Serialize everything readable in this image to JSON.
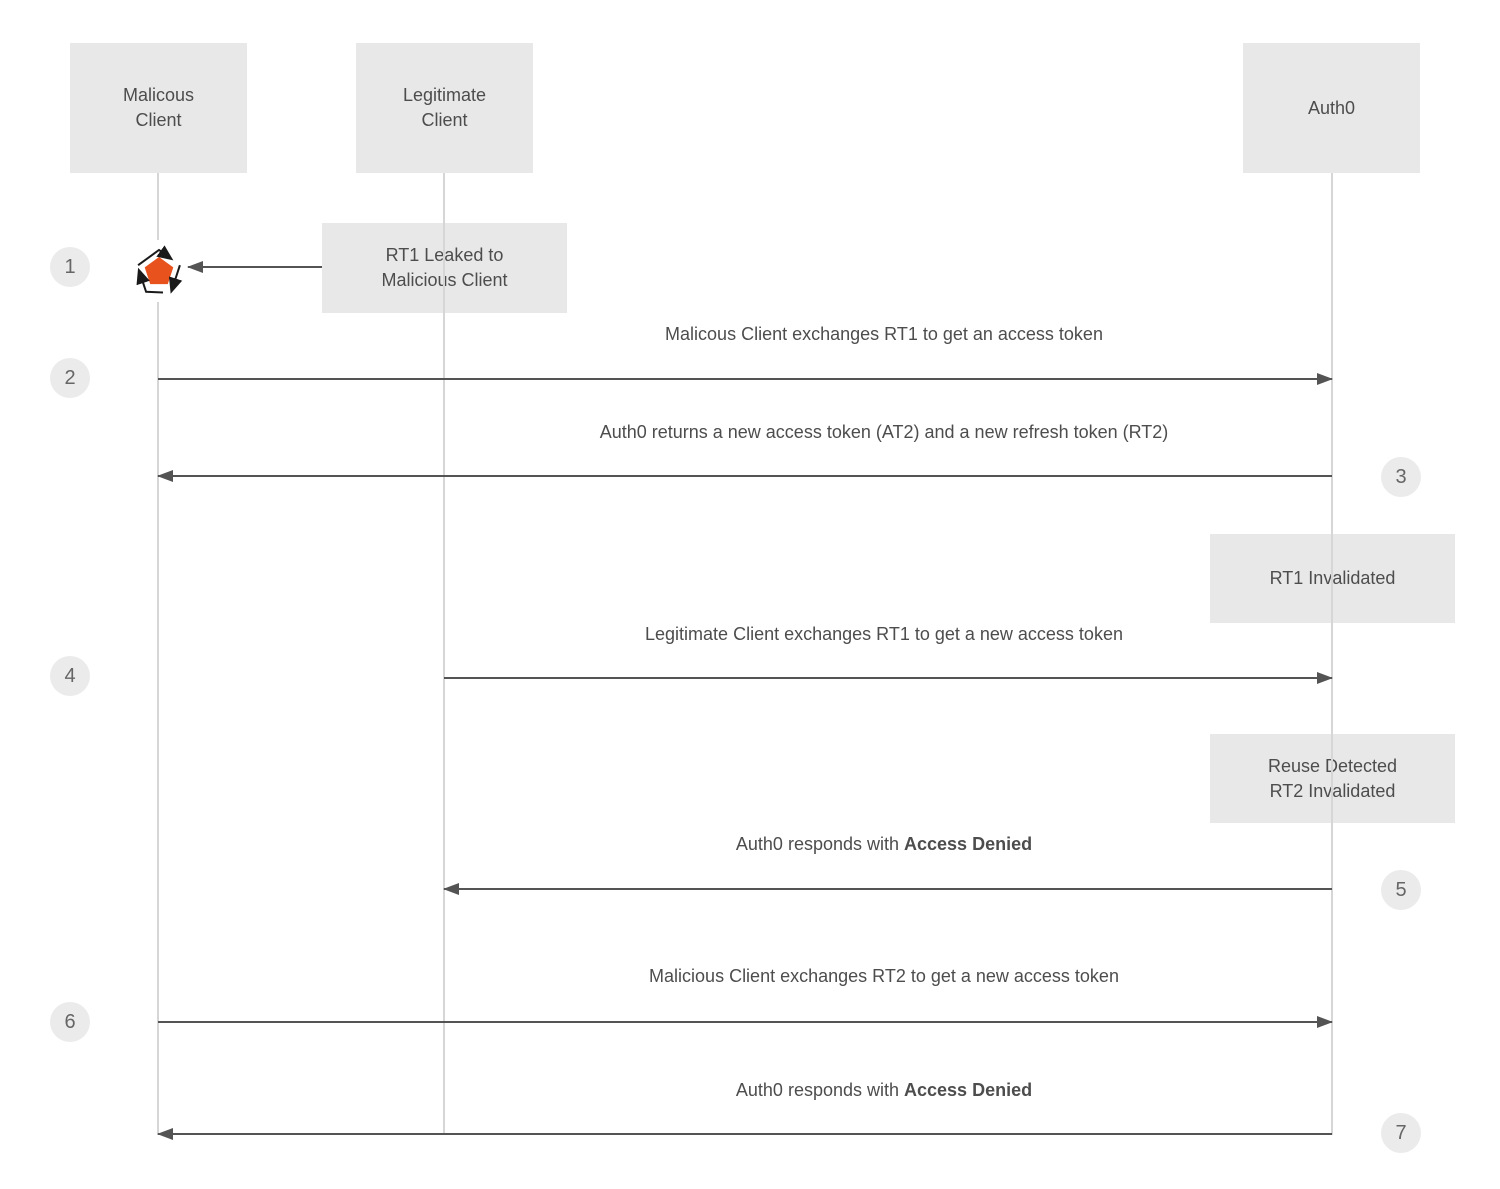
{
  "actors": [
    {
      "id": "malicious-client",
      "label": "Malicous\nClient"
    },
    {
      "id": "legitimate-client",
      "label": "Legitimate\nClient"
    },
    {
      "id": "auth0",
      "label": "Auth0"
    }
  ],
  "notes": [
    {
      "id": "rt1-leaked",
      "label": "RT1 Leaked to\nMalicious Client"
    },
    {
      "id": "rt1-invalidated",
      "label": "RT1 Invalidated"
    },
    {
      "id": "reuse-detected",
      "label": "Reuse Detected\nRT2 Invalidated"
    }
  ],
  "messages": [
    {
      "text": "Malicous Client exchanges RT1 to get an access token",
      "bold": ""
    },
    {
      "text": "Auth0 returns a new access token (AT2) and a new refresh token (RT2)",
      "bold": ""
    },
    {
      "text": "Legitimate Client exchanges RT1 to get a new access token",
      "bold": ""
    },
    {
      "text": "Auth0 responds with ",
      "bold": "Access Denied"
    },
    {
      "text": "Malicious Client exchanges RT2 to get a new access token",
      "bold": ""
    },
    {
      "text": "Auth0 responds with ",
      "bold": "Access Denied"
    }
  ],
  "steps": [
    "1",
    "2",
    "3",
    "4",
    "5",
    "6",
    "7"
  ],
  "icons": {
    "step_1_marker": "token-rotation-icon"
  },
  "colors": {
    "shape_fill": "#e8e8e8",
    "text": "#4d4d4d",
    "arrow": "#545454",
    "lifeline": "#d6d6d6",
    "pentagon_orange": "#e8521d",
    "badge_fill": "#ebebeb"
  }
}
